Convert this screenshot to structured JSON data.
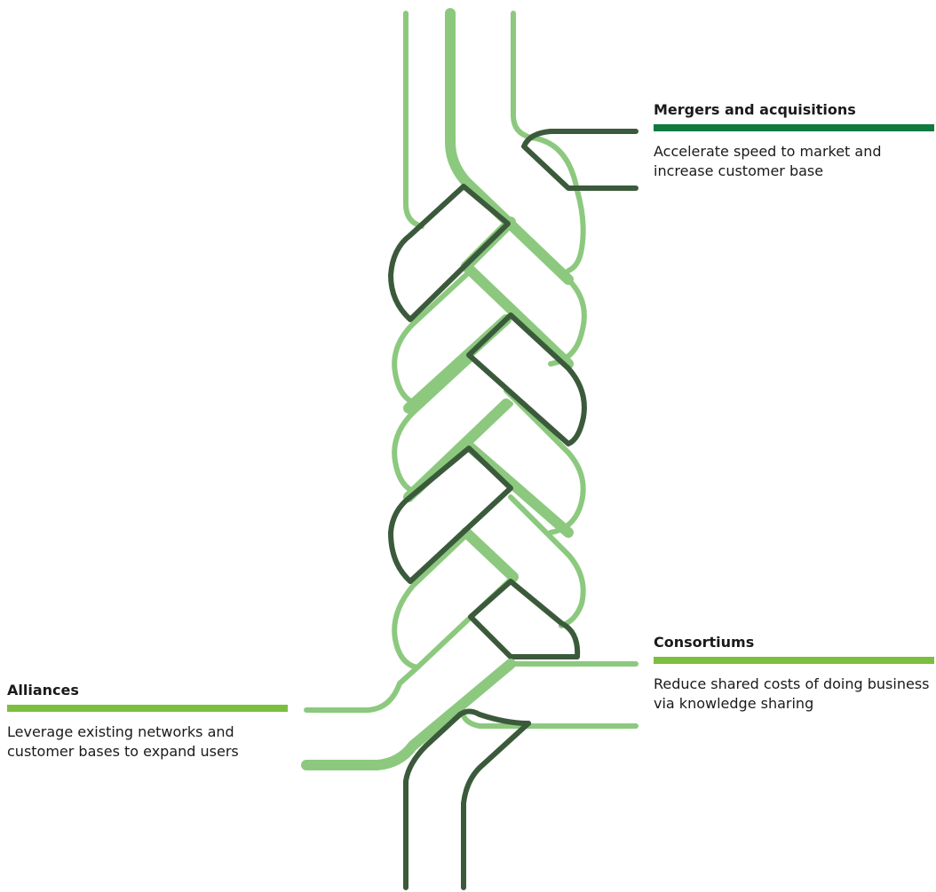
{
  "colors": {
    "light_green": "#8cc97f",
    "dark_green": "#3b5a3b",
    "ma_bar": "#0f7a40",
    "lime_bar": "#7bbf3e"
  },
  "callouts": {
    "mergers": {
      "title": "Mergers and acquisitions",
      "description": "Accelerate speed to market and increase customer base"
    },
    "consortiums": {
      "title": "Consortiums",
      "description": "Reduce shared costs of doing business via knowledge sharing"
    },
    "alliances": {
      "title": "Alliances",
      "description": "Leverage existing networks and customer bases to expand users"
    }
  }
}
